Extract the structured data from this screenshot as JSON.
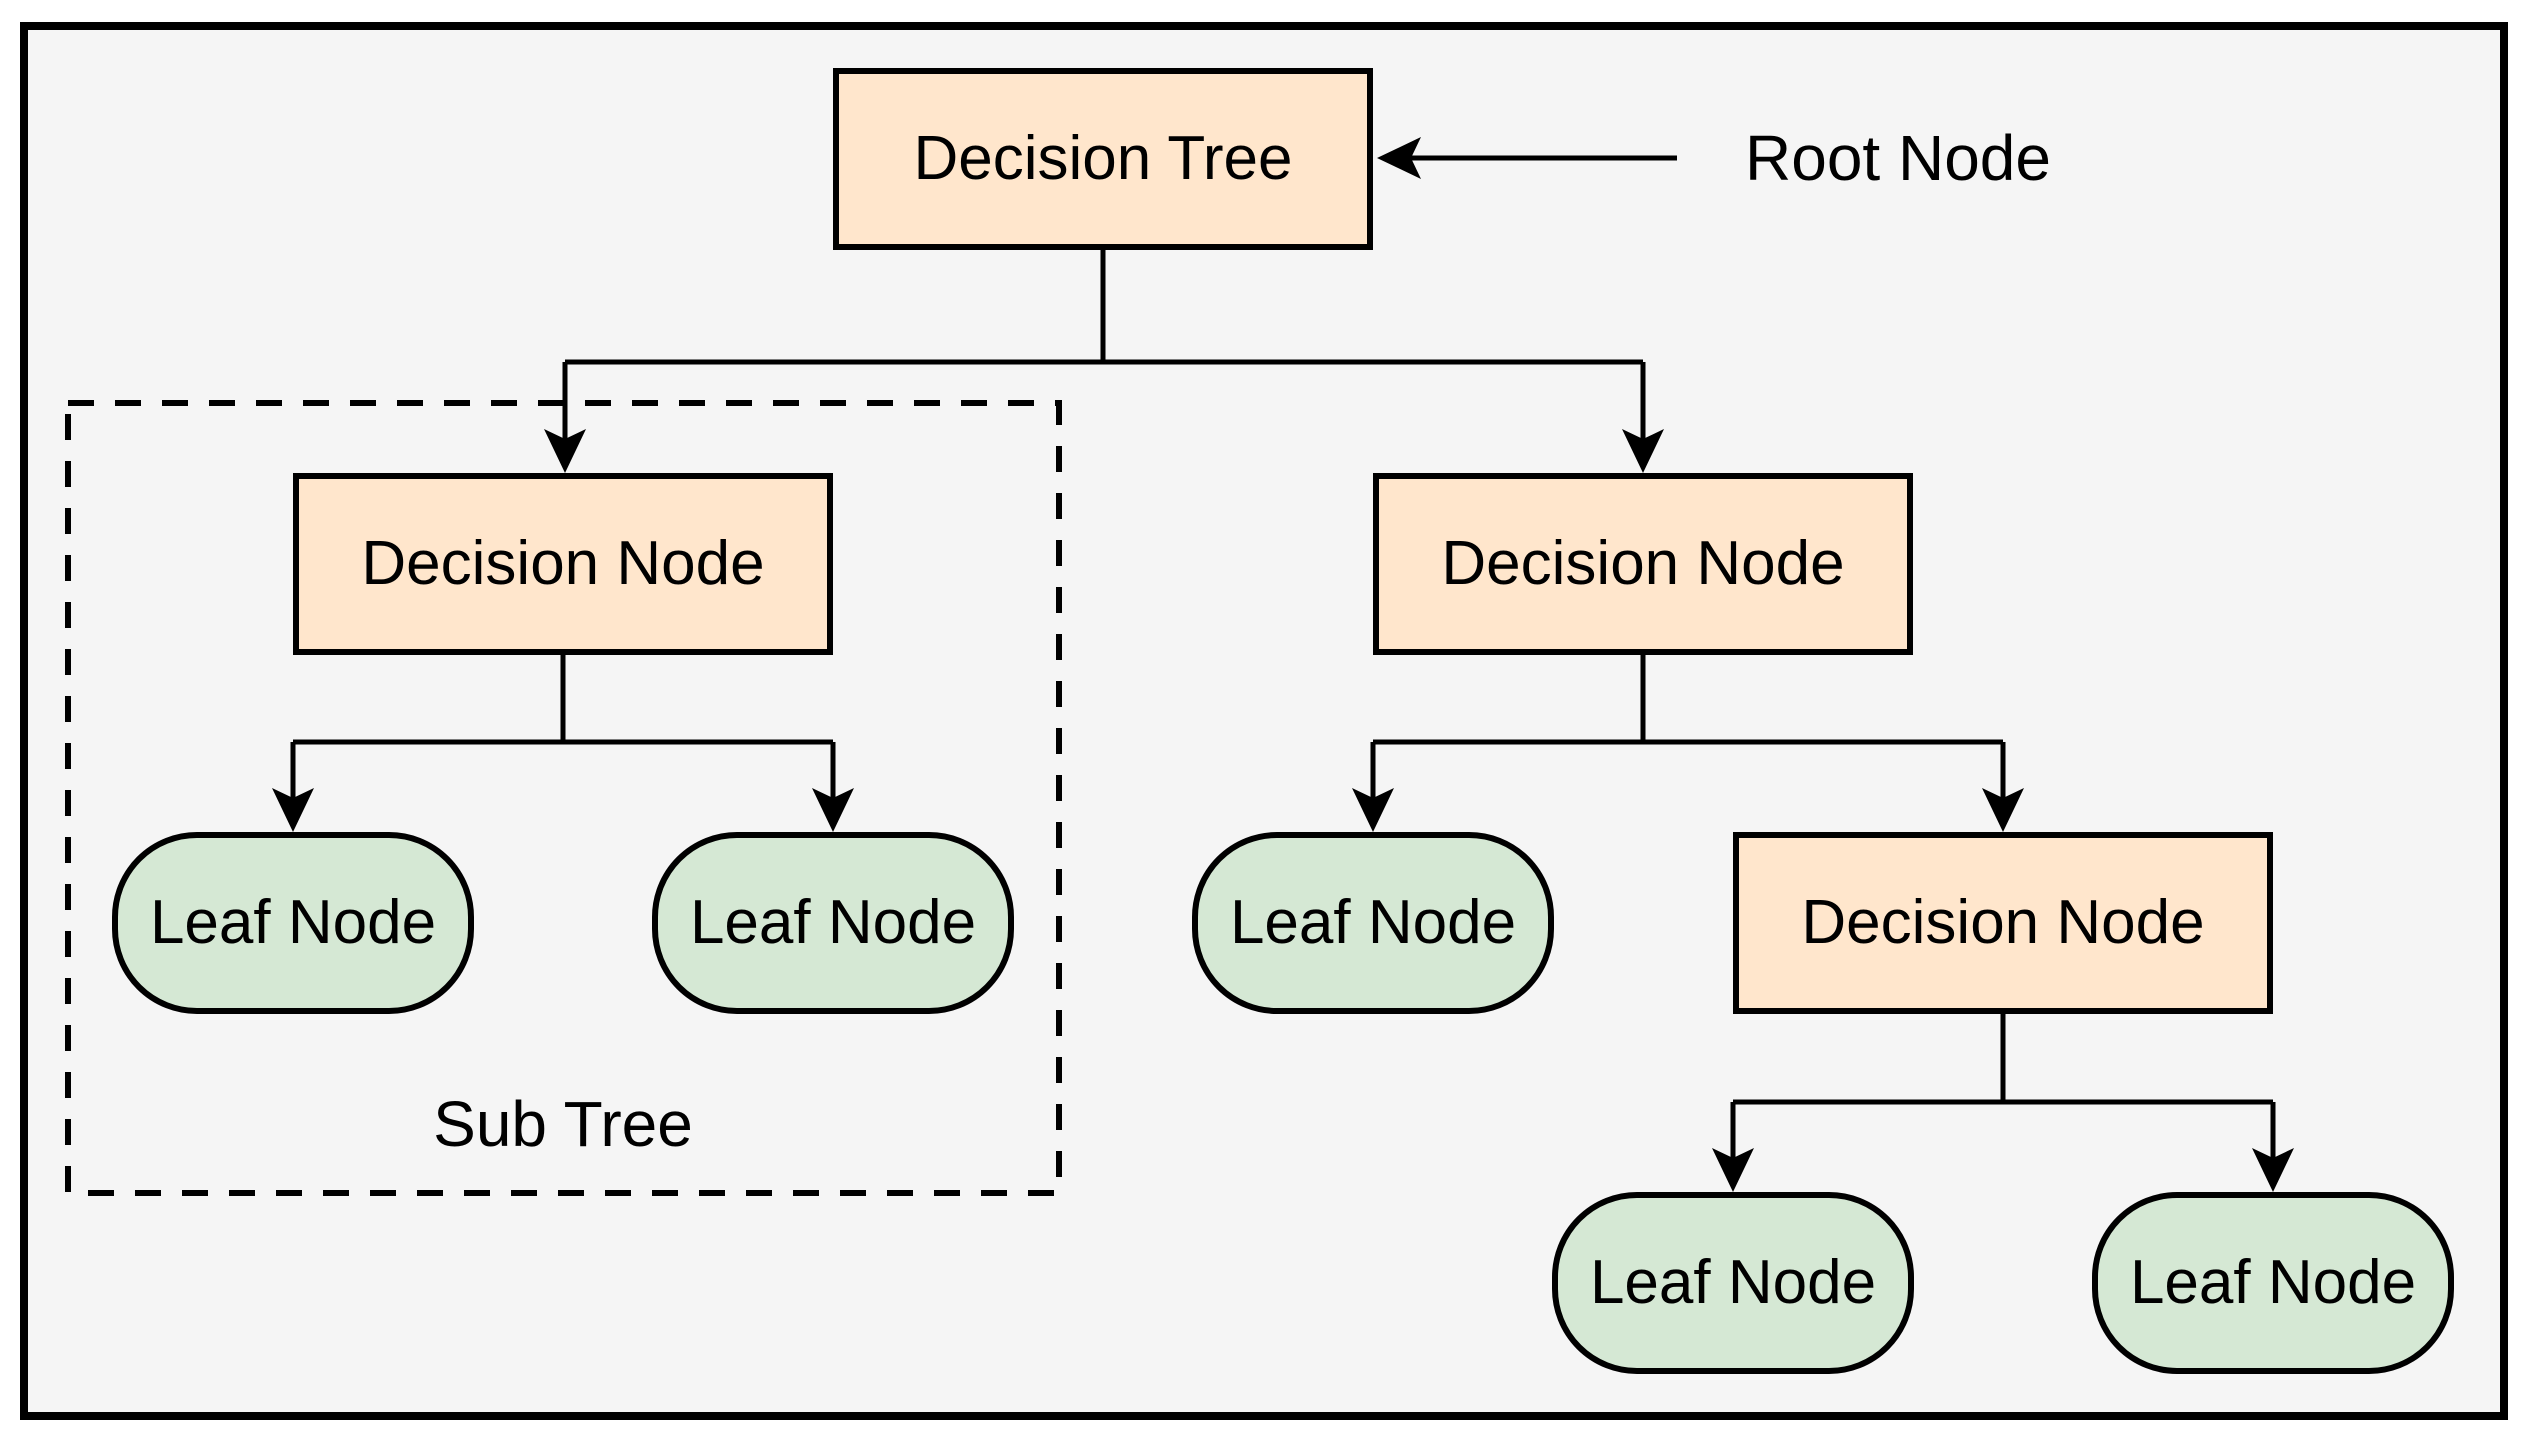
{
  "theme": {
    "page_bg": "#ffffff",
    "canvas_bg": "#f5f5f5",
    "frame_color": "#000000",
    "stroke_color": "#000000",
    "text_color": "#000000",
    "decision_fill": "#ffe6cc",
    "leaf_fill": "#d5e8d4"
  },
  "nodes": {
    "root": {
      "label": "Decision Tree",
      "type": "decision"
    },
    "left_decision": {
      "label": "Decision Node",
      "type": "decision"
    },
    "right_decision": {
      "label": "Decision Node",
      "type": "decision"
    },
    "nested_decision": {
      "label": "Decision Node",
      "type": "decision"
    },
    "leaf_1": {
      "label": "Leaf Node",
      "type": "leaf"
    },
    "leaf_2": {
      "label": "Leaf Node",
      "type": "leaf"
    },
    "leaf_3": {
      "label": "Leaf Node",
      "type": "leaf"
    },
    "leaf_4": {
      "label": "Leaf Node",
      "type": "leaf"
    },
    "leaf_5": {
      "label": "Leaf Node",
      "type": "leaf"
    }
  },
  "annotations": {
    "root_node": "Root Node",
    "sub_tree": "Sub Tree"
  },
  "edges": [
    {
      "from": "root",
      "to": "left_decision"
    },
    {
      "from": "root",
      "to": "right_decision"
    },
    {
      "from": "left_decision",
      "to": "leaf_1"
    },
    {
      "from": "left_decision",
      "to": "leaf_2"
    },
    {
      "from": "right_decision",
      "to": "leaf_3"
    },
    {
      "from": "right_decision",
      "to": "nested_decision"
    },
    {
      "from": "nested_decision",
      "to": "leaf_4"
    },
    {
      "from": "nested_decision",
      "to": "leaf_5"
    }
  ],
  "groups": [
    {
      "label": "Sub Tree",
      "members": [
        "left_decision",
        "leaf_1",
        "leaf_2"
      ],
      "style": "dashed"
    }
  ],
  "callouts": [
    {
      "label": "Root Node",
      "points_to": "root"
    }
  ]
}
